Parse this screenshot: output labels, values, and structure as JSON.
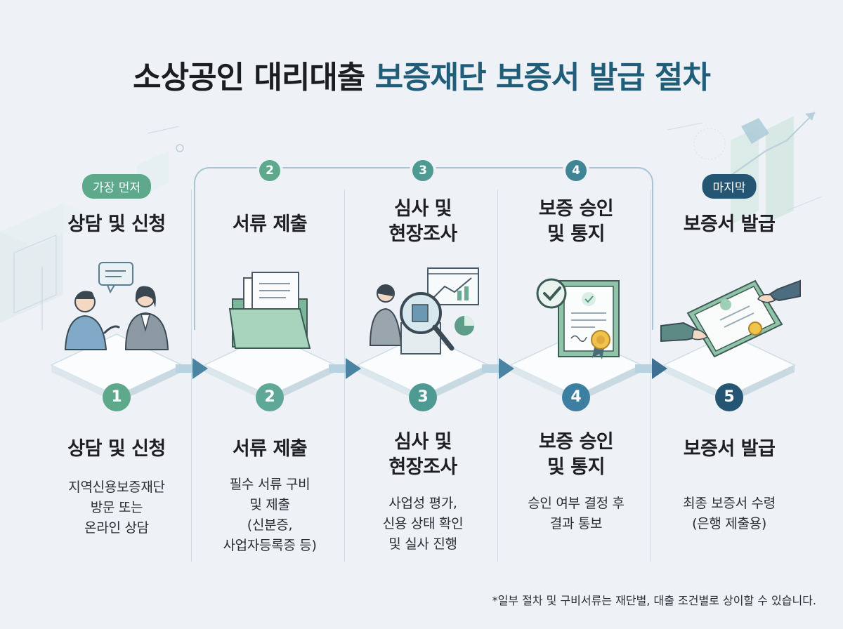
{
  "title": {
    "part1": "소상공인 대리대출",
    "part2": "보증재단 보증서 발급 절차"
  },
  "colors": {
    "teal": "#1f5d79",
    "green": "#5ea98b",
    "mid_green": "#4e9a92",
    "navy": "#245673",
    "arrow": "#4b84a3"
  },
  "steps": [
    {
      "badge": "",
      "pill": "가장 먼저",
      "top_title": "상담 및 신청",
      "number": "1",
      "title_line1": "상담 및 신청",
      "title_line2": "",
      "desc": [
        "지역신용보증재단",
        "방문 또는",
        "온라인 상담"
      ],
      "icon": "consultation-icon"
    },
    {
      "badge": "2",
      "pill": "",
      "top_title": "서류 제출",
      "number": "2",
      "title_line1": "서류 제출",
      "title_line2": "",
      "desc": [
        "필수 서류 구비",
        "및 제출",
        "(신분증,",
        "사업자등록증 등)"
      ],
      "icon": "folder-documents-icon"
    },
    {
      "badge": "3",
      "pill": "",
      "top_title_lines": [
        "심사 및",
        "현장조사"
      ],
      "number": "3",
      "title_line1": "심사 및",
      "title_line2": "현장조사",
      "desc": [
        "사업성 평가,",
        "신용 상태 확인",
        "및 실사 진행"
      ],
      "icon": "inspection-magnifier-icon"
    },
    {
      "badge": "4",
      "pill": "",
      "top_title_lines": [
        "보증 승인",
        "및 통지"
      ],
      "number": "4",
      "title_line1": "보증 승인",
      "title_line2": "및 통지",
      "desc": [
        "승인 여부 결정 후",
        "결과 통보"
      ],
      "icon": "approved-certificate-icon"
    },
    {
      "badge": "",
      "pill": "마지막",
      "top_title": "보증서 발급",
      "number": "5",
      "title_line1": "보증서 발급",
      "title_line2": "",
      "desc": [
        "최종 보증서 수령",
        "(은행 제출용)"
      ],
      "icon": "certificate-handover-icon"
    }
  ],
  "footnote": "*일부 절차 및 구비서류는 재단별, 대출 조건별로 상이할 수 있습니다."
}
